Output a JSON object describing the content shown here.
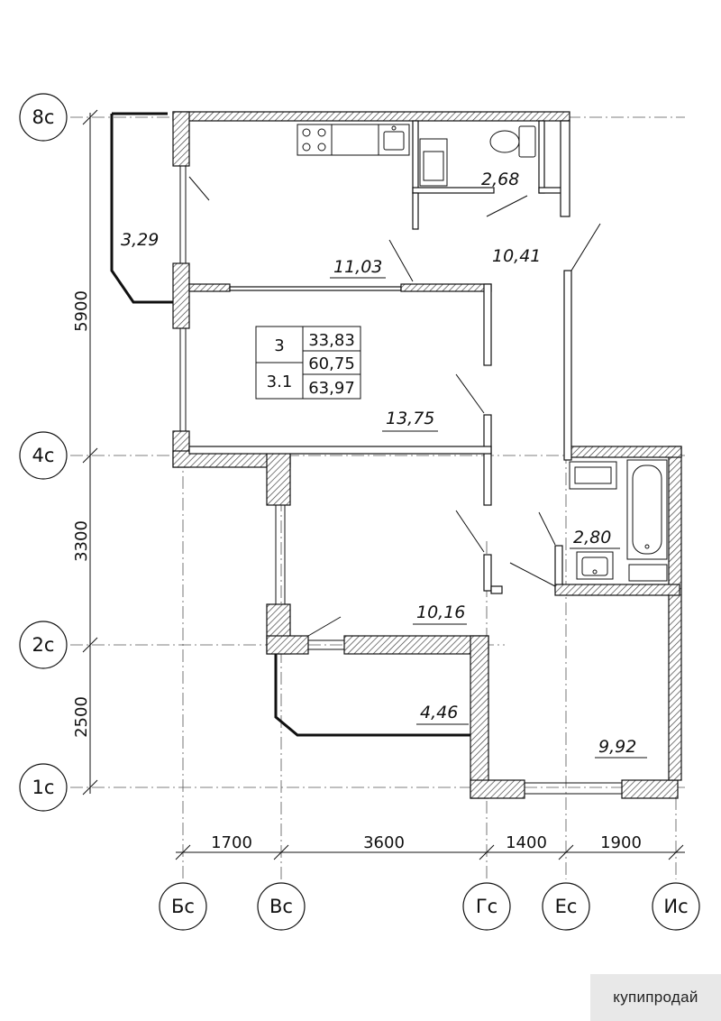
{
  "axes": {
    "rows": [
      "8с",
      "4с",
      "2с",
      "1с"
    ],
    "cols": [
      "Бс",
      "Вс",
      "Гс",
      "Ес",
      "Ис"
    ]
  },
  "dimensions": {
    "vertical": [
      "5900",
      "3300",
      "2500"
    ],
    "horizontal": [
      "1700",
      "3600",
      "1400",
      "1900"
    ]
  },
  "rooms": {
    "loggia_top": "3,29",
    "kitchen": "11,03",
    "wc": "2,68",
    "hall": "10,41",
    "room_big": "13,75",
    "bath": "2,80",
    "room_mid": "10,16",
    "loggia_bottom": "4,46",
    "room_right": "9,92"
  },
  "info_table": {
    "rooms_count": "3",
    "variant": "3.1",
    "living_area": "33,83",
    "total_area": "60,75",
    "area_with_loggia": "63,97"
  },
  "watermark": "купипродай"
}
